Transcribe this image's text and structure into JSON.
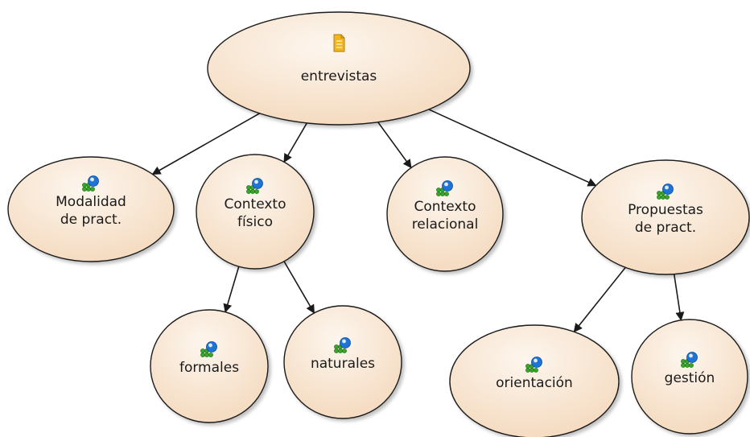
{
  "diagram": {
    "type": "concept-map",
    "colors": {
      "node_fill_light": "#fdf6ee",
      "node_fill_dark": "#f4d9bd",
      "node_stroke": "#1a1a1a",
      "edge": "#1a1a1a",
      "code_icon_blue": "#1e73d6",
      "code_icon_green": "#3aa52c",
      "doc_icon": "#f2b51c"
    },
    "nodes": {
      "root": {
        "lines": [
          "entrevistas"
        ],
        "icon": "document-icon"
      },
      "modalidad": {
        "lines": [
          "Modalidad",
          "de pract."
        ],
        "icon": "code-icon"
      },
      "contexto_fisico": {
        "lines": [
          "Contexto",
          "físico"
        ],
        "icon": "code-icon"
      },
      "contexto_relacional": {
        "lines": [
          "Contexto",
          "relacional"
        ],
        "icon": "code-icon"
      },
      "propuestas": {
        "lines": [
          "Propuestas",
          "de pract."
        ],
        "icon": "code-icon"
      },
      "formales": {
        "lines": [
          "formales"
        ],
        "icon": "code-icon"
      },
      "naturales": {
        "lines": [
          "naturales"
        ],
        "icon": "code-icon"
      },
      "orientacion": {
        "lines": [
          "orientación"
        ],
        "icon": "code-icon"
      },
      "gestion": {
        "lines": [
          "gestión"
        ],
        "icon": "code-icon"
      }
    },
    "edges": [
      {
        "from": "root",
        "to": "modalidad"
      },
      {
        "from": "root",
        "to": "contexto_fisico"
      },
      {
        "from": "root",
        "to": "contexto_relacional"
      },
      {
        "from": "root",
        "to": "propuestas"
      },
      {
        "from": "contexto_fisico",
        "to": "formales"
      },
      {
        "from": "contexto_fisico",
        "to": "naturales"
      },
      {
        "from": "propuestas",
        "to": "orientacion"
      },
      {
        "from": "propuestas",
        "to": "gestion"
      }
    ]
  }
}
